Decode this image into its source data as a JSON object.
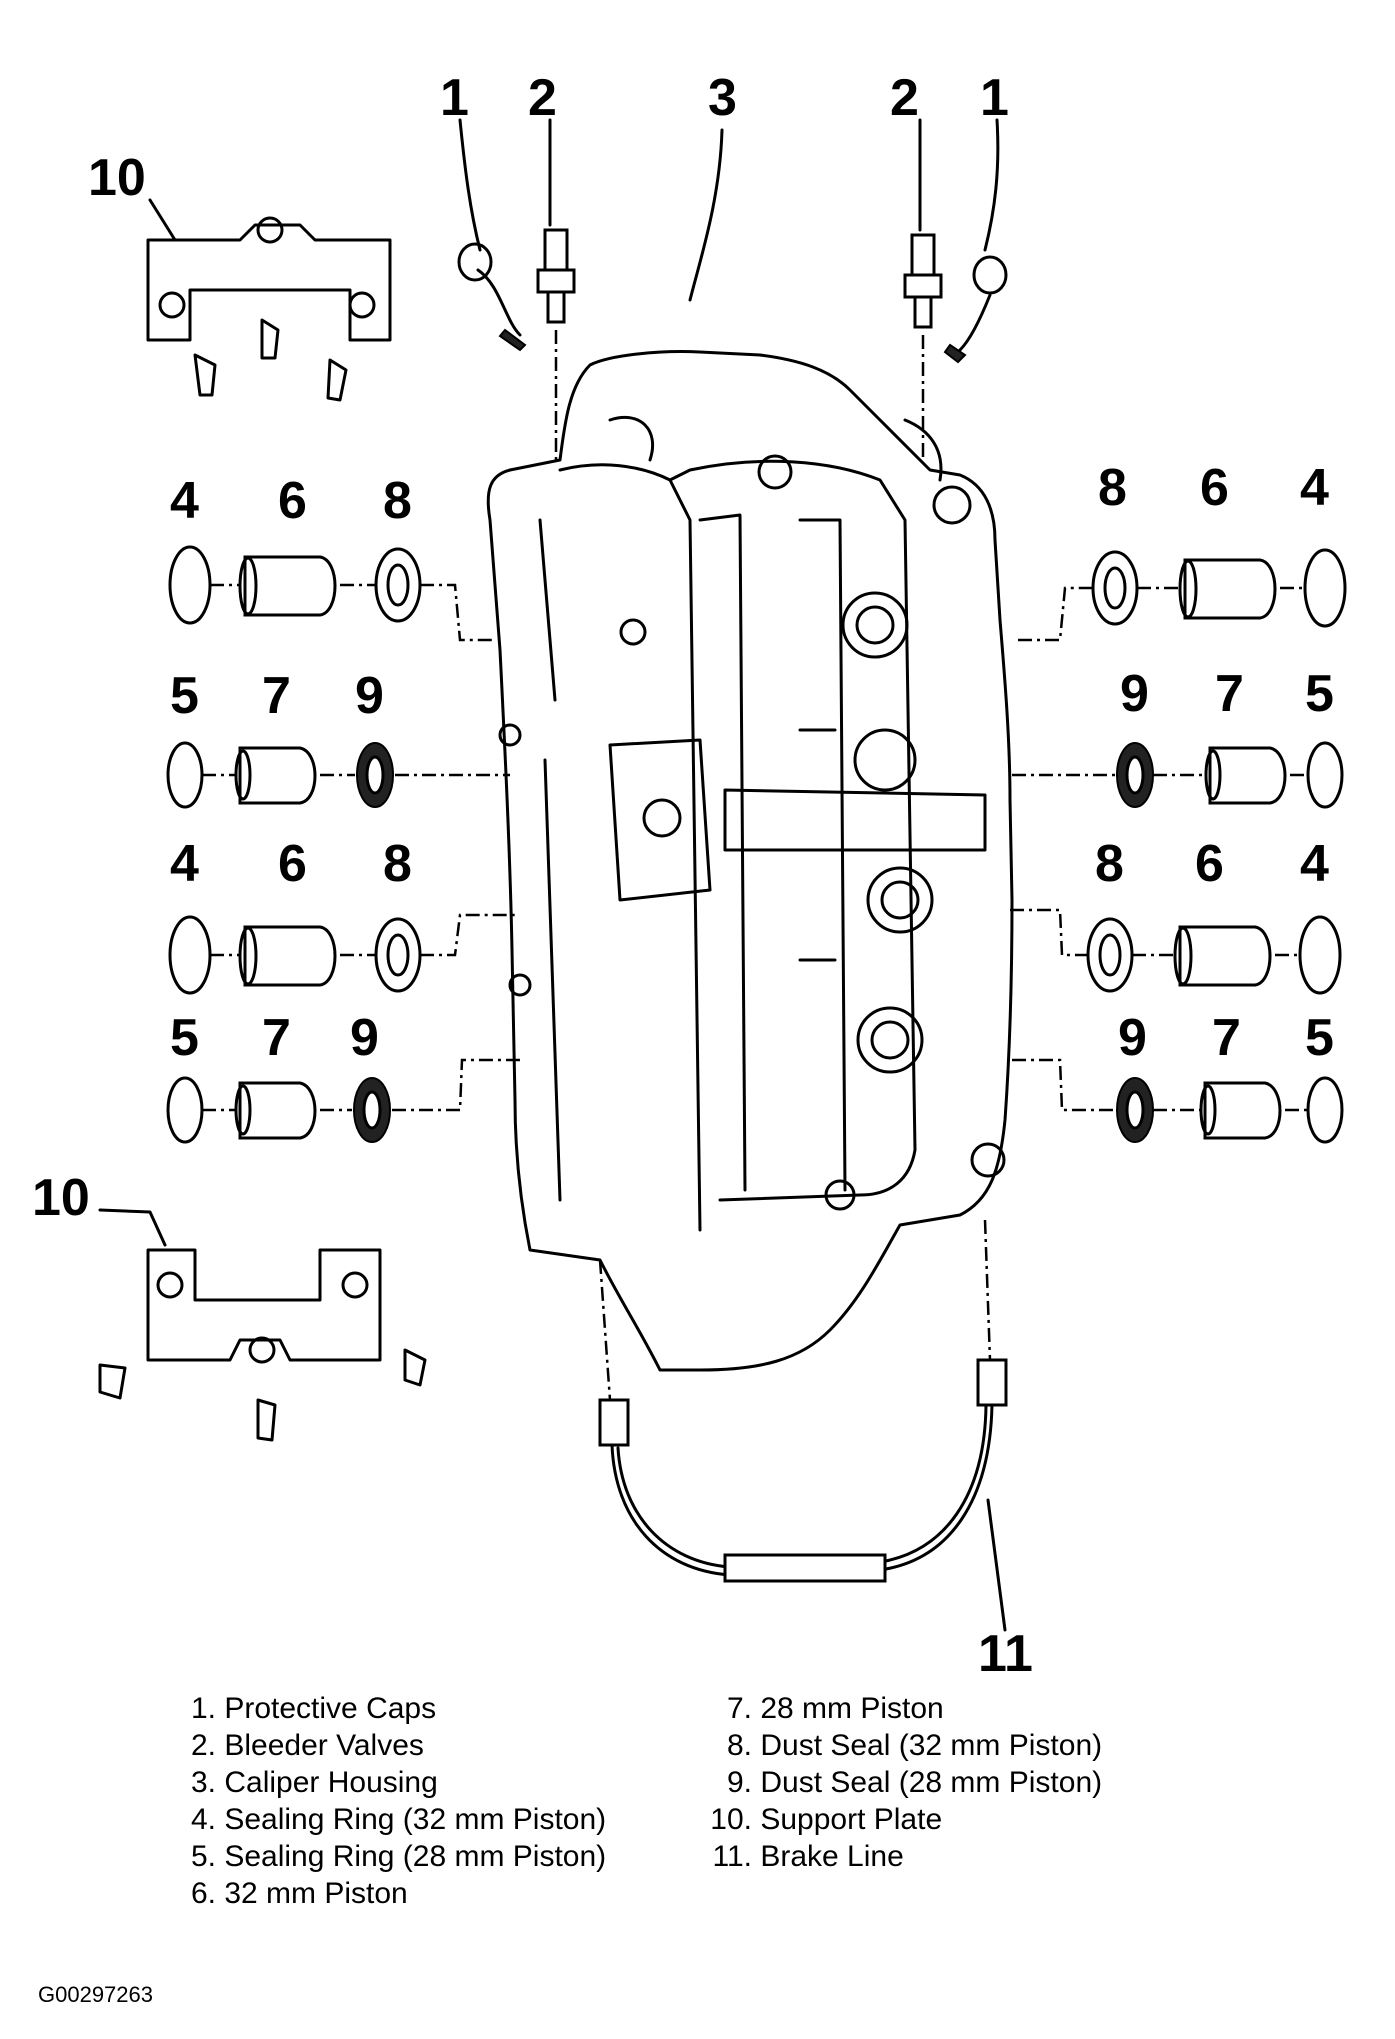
{
  "diagram": {
    "callouts": {
      "c1_left": "1",
      "c2_left": "2",
      "c3": "3",
      "c2_right": "2",
      "c1_right": "1",
      "c10_top": "10",
      "c10_bottom": "10",
      "c11": "11",
      "left_row1": [
        "4",
        "6",
        "8"
      ],
      "left_row2": [
        "5",
        "7",
        "9"
      ],
      "left_row3": [
        "4",
        "6",
        "8"
      ],
      "left_row4": [
        "5",
        "7",
        "9"
      ],
      "right_row1": [
        "8",
        "6",
        "4"
      ],
      "right_row2": [
        "9",
        "7",
        "5"
      ],
      "right_row3": [
        "8",
        "6",
        "4"
      ],
      "right_row4": [
        "9",
        "7",
        "5"
      ]
    },
    "legend_left": [
      {
        "num": "1.",
        "text": "Protective Caps"
      },
      {
        "num": "2.",
        "text": "Bleeder Valves"
      },
      {
        "num": "3.",
        "text": "Caliper Housing"
      },
      {
        "num": "4.",
        "text": "Sealing Ring (32 mm Piston)"
      },
      {
        "num": "5.",
        "text": "Sealing Ring (28 mm Piston)"
      },
      {
        "num": "6.",
        "text": "32 mm Piston"
      }
    ],
    "legend_right": [
      {
        "num": "7.",
        "text": "28 mm Piston"
      },
      {
        "num": "8.",
        "text": "Dust Seal (32 mm Piston)"
      },
      {
        "num": "9.",
        "text": "Dust Seal (28 mm Piston)"
      },
      {
        "num": "10.",
        "text": "Support Plate"
      },
      {
        "num": "11.",
        "text": "Brake Line"
      }
    ],
    "figure_id": "G00297263"
  }
}
